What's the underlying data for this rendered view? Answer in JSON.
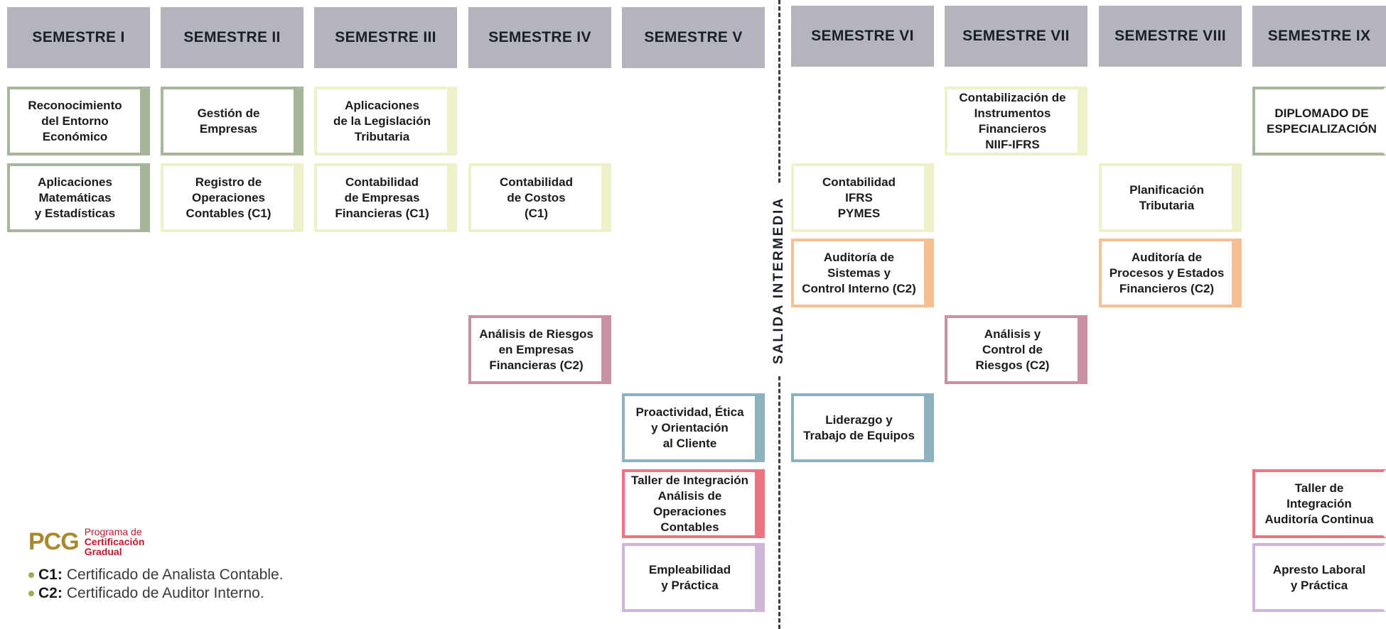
{
  "semesters": [
    "SEMESTRE I",
    "SEMESTRE II",
    "SEMESTRE III",
    "SEMESTRE IV",
    "SEMESTRE V",
    "SEMESTRE VI",
    "SEMESTRE VII",
    "SEMESTRE VIII",
    "SEMESTRE IX"
  ],
  "divider_label": "SALIDA INTERMEDIA",
  "courses": [
    {
      "text": "Reconocimiento\ndel Entorno\nEconómico",
      "color": "green"
    },
    {
      "text": "Aplicaciones\nMatemáticas\ny Estadísticas",
      "color": "green"
    },
    {
      "text": "Gestión de\nEmpresas",
      "color": "green"
    },
    {
      "text": "Registro de\nOperaciones\nContables (C1)",
      "color": "yellow"
    },
    {
      "text": "Aplicaciones\nde la Legislación\nTributaria",
      "color": "yellow"
    },
    {
      "text": "Contabilidad\nde Empresas\nFinancieras (C1)",
      "color": "yellow"
    },
    {
      "text": "Contabilidad\nde Costos\n(C1)",
      "color": "yellow"
    },
    {
      "text": "Análisis de Riesgos\nen Empresas\nFinancieras (C2)",
      "color": "pink"
    },
    {
      "text": "Proactividad, Ética\ny Orientación\nal Cliente",
      "color": "teal"
    },
    {
      "text": "Taller de Integración\nAnálisis de\nOperaciones\nContables",
      "color": "red"
    },
    {
      "text": "Empleabilidad\ny Práctica",
      "color": "lilac"
    },
    {
      "text": "Contabilidad\nIFRS\nPYMES",
      "color": "yellow"
    },
    {
      "text": "Auditoría de\nSistemas y\nControl Interno (C2)",
      "color": "orange"
    },
    {
      "text": "Liderazgo y\nTrabajo de Equipos",
      "color": "teal"
    },
    {
      "text": "Contabilización de\nInstrumentos\nFinancieros\nNIIF-IFRS",
      "color": "yellow"
    },
    {
      "text": "Análisis y\nControl de\nRiesgos (C2)",
      "color": "pink"
    },
    {
      "text": "Planificación\nTributaria",
      "color": "yellow"
    },
    {
      "text": "Auditoría de\nProcesos y Estados\nFinancieros (C2)",
      "color": "orange"
    },
    {
      "text": "DIPLOMADO DE\nESPECIALIZACIÓN",
      "color": "green"
    },
    {
      "text": "Taller de\nIntegración\nAuditoría Continua",
      "color": "red"
    },
    {
      "text": "Apresto Laboral\ny Práctica",
      "color": "lilac"
    }
  ],
  "pcg": {
    "mark": "PCG",
    "line1": "Programa de",
    "line2": "Certificación",
    "line3": "Gradual"
  },
  "legend": [
    {
      "code": "C1:",
      "text": "Certificado de Analista Contable."
    },
    {
      "code": "C2:",
      "text": "Certificado de Auditor Interno."
    }
  ]
}
